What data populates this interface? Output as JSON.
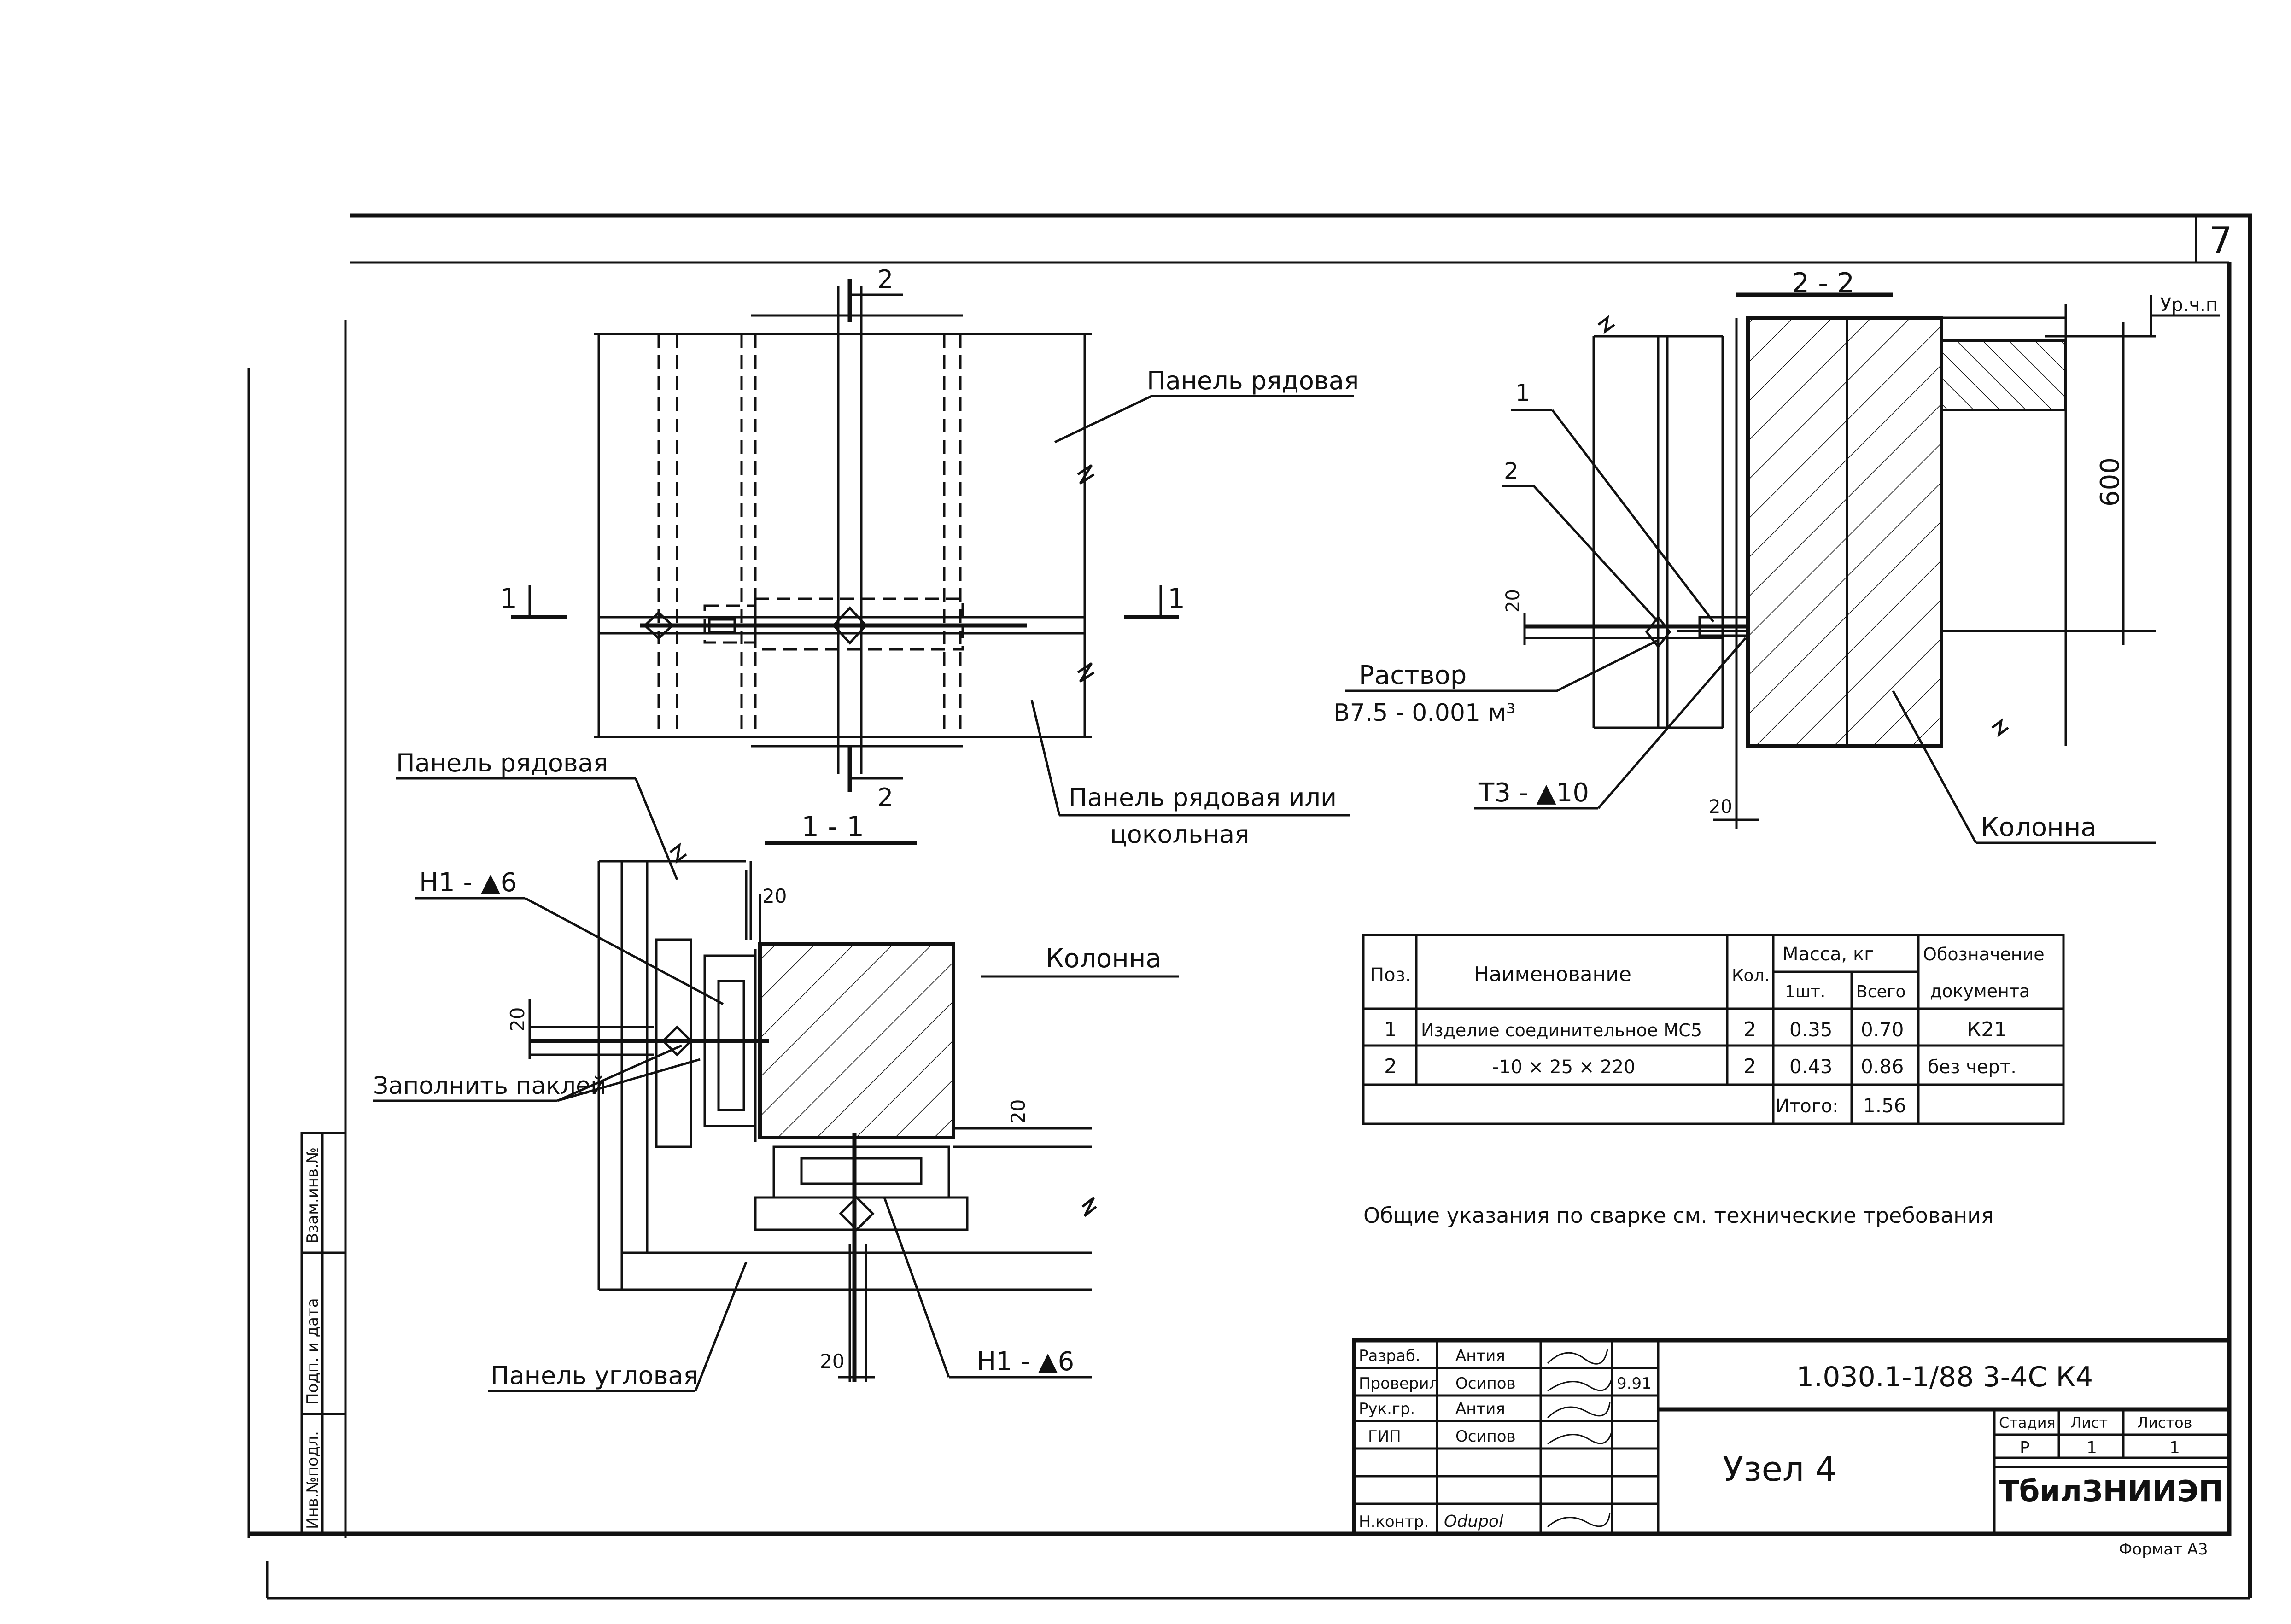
{
  "sheet_number": "7",
  "view_1_1": {
    "section_mark_top": "2",
    "section_mark_bottom": "2",
    "section_cut_left": "1",
    "section_cut_right": "1",
    "panel_top_label": "Панель рядовая",
    "panel_bottom_label_line1": "Панель рядовая или",
    "panel_bottom_label_line2": "цокольная",
    "title": "1 - 1"
  },
  "view_2_2": {
    "title": "2 - 2",
    "level_mark": "Ур.ч.п",
    "dim_600": "600",
    "dim_20_gap": "20",
    "dim_20_bottom": "20",
    "callout_1": "1",
    "callout_2": "2",
    "mortar_label": "Раствор",
    "mortar_spec": "В7.5 - 0.001 м³",
    "weld_label": "Т3 - ▲10",
    "column_label": "Колонна"
  },
  "plan_view": {
    "panel_row_label": "Панель рядовая",
    "weld_top_label": "Н1 - ▲6",
    "dim_20_top": "20",
    "dim_20_left": "20",
    "dim_20_right": "20",
    "dim_20_bottom": "20",
    "fill_glue_label": "Заполнить паклей",
    "column_label": "Колонна",
    "panel_corner_label": "Панель угловая",
    "weld_bottom_label": "Н1 - ▲6"
  },
  "spec_table": {
    "headers": {
      "pos": "Поз.",
      "name": "Наименование",
      "qty": "Кол.",
      "mass": "Масса, кг",
      "mass_unit": "1шт.",
      "mass_total": "Всего",
      "doc_line1": "Обозначение",
      "doc_line2": "документа"
    },
    "rows": [
      {
        "pos": "1",
        "name": "Изделие соединительное МС5",
        "qty": "2",
        "unit": "0.35",
        "total": "0.70",
        "doc": "К21"
      },
      {
        "pos": "2",
        "name": "-10 × 25 × 220",
        "qty": "2",
        "unit": "0.43",
        "total": "0.86",
        "doc": "без черт."
      }
    ],
    "total_label": "Итого:",
    "total_value": "1.56"
  },
  "note": "Общие указания по сварке см. технические требования",
  "stamp_sidebar": {
    "cell_1": "Инв.№подл.",
    "cell_2": "Подп. и дата",
    "cell_3": "Взам.инв.№"
  },
  "title_block": {
    "roles": [
      "Разраб.",
      "Проверил",
      "Рук.гр.",
      "ГИП",
      "",
      "",
      "Н.контр."
    ],
    "names": [
      "Антия",
      "Осипов",
      "Антия",
      "Осипов",
      "",
      "",
      "Odupol"
    ],
    "date": "9.91",
    "designation": "1.030.1-1/88 3-4С К4",
    "node_title": "Узел 4",
    "stage_label": "Стадия",
    "sheet_label": "Лист",
    "sheets_label": "Листов",
    "stage_value": "Р",
    "sheet_value": "1",
    "sheets_value": "1",
    "organization": "ТбилЗНИИЭП",
    "format": "Формат А3"
  }
}
